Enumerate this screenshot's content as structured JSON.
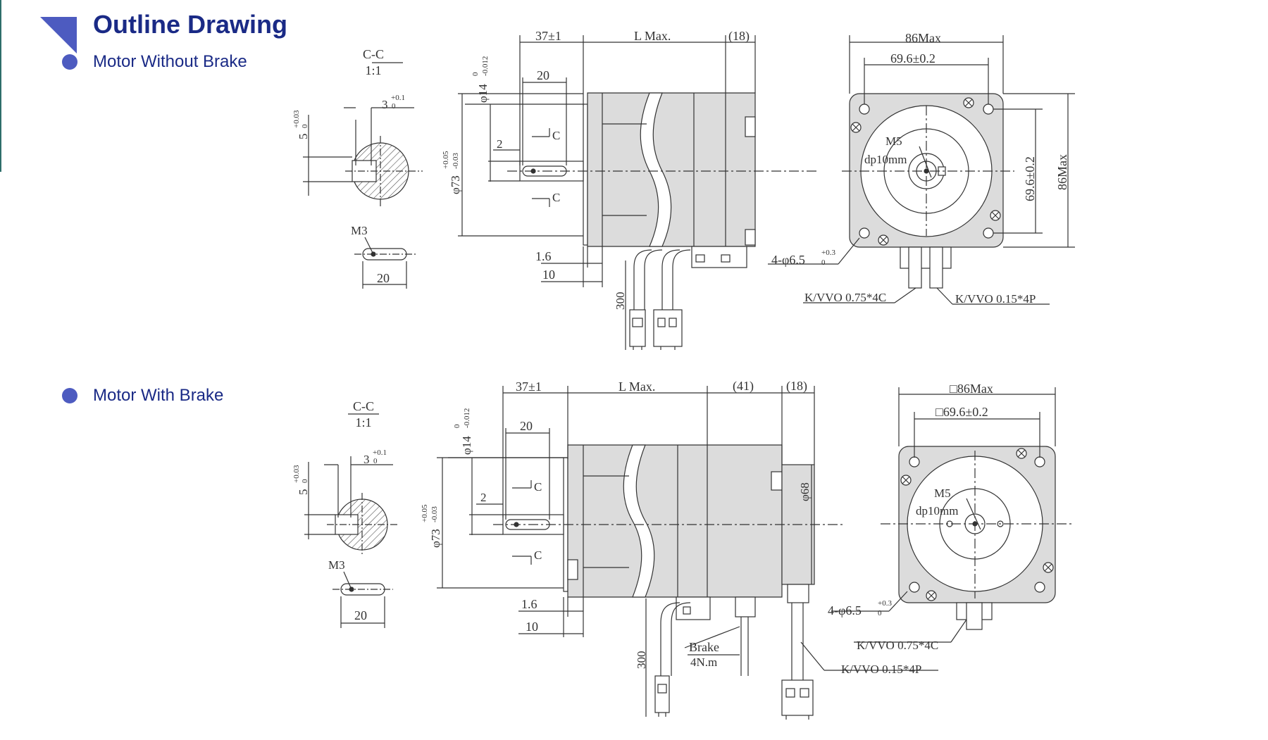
{
  "title": "Outline Drawing",
  "colors": {
    "title": "#1a2a86",
    "accent": "#4d5bc0",
    "line": "#333333",
    "body_fill": "#dcdcdc",
    "hatch": "#555555"
  },
  "sections": [
    {
      "label": "Motor Without Brake",
      "section_view": {
        "label": "C-C",
        "scale": "1:1",
        "key_width_main": "3",
        "key_width_tol": "+0.1",
        "key_width_tol2": "0",
        "key_depth_main": "5",
        "key_depth_tol": "+0.03",
        "key_depth_tol2": "0",
        "thread": "M3",
        "key_length": "20"
      },
      "side_view": {
        "shaft_length": "37±1",
        "body_length": "L Max.",
        "rear_length": "(18)",
        "key_length": "20",
        "shaft_dia_main": "φ14",
        "shaft_dia_tol_upper": "0",
        "shaft_dia_tol_lower": "-0.012",
        "pilot_dia_main": "φ73",
        "pilot_dia_tol_upper": "+0.05",
        "pilot_dia_tol_lower": "-0.03",
        "key_offset": "2",
        "section_mark": "C",
        "flange_thickness": "1.6",
        "pilot_length": "10",
        "cable_length": "300"
      },
      "front_view": {
        "frame_size": "86Max",
        "frame_size_vertical": "86Max",
        "bolt_spacing": "69.6±0.2",
        "bolt_spacing_vertical": "69.6±0.2",
        "tapped_hole": "M5",
        "tapped_depth": "dp10mm",
        "mount_holes_main": "4-φ6.5",
        "mount_holes_tol_upper": "+0.3",
        "mount_holes_tol_lower": "0",
        "power_cable": "K/VVO 0.75*4C",
        "encoder_cable": "K/VVO 0.15*4P"
      }
    },
    {
      "label": "Motor With Brake",
      "section_view": {
        "label": "C-C",
        "scale": "1:1",
        "key_width_main": "3",
        "key_width_tol": "+0.1",
        "key_width_tol2": "0",
        "key_depth_main": "5",
        "key_depth_tol": "+0.03",
        "key_depth_tol2": "0",
        "thread": "M3",
        "key_length": "20"
      },
      "side_view": {
        "shaft_length": "37±1",
        "body_length": "L Max.",
        "brake_length": "(41)",
        "rear_length": "(18)",
        "key_length": "20",
        "shaft_dia_main": "φ14",
        "shaft_dia_tol_upper": "0",
        "shaft_dia_tol_lower": "-0.012",
        "pilot_dia_main": "φ73",
        "pilot_dia_tol_upper": "+0.05",
        "pilot_dia_tol_lower": "-0.03",
        "rear_dia": "φ68",
        "key_offset": "2",
        "section_mark": "C",
        "flange_thickness": "1.6",
        "pilot_length": "10",
        "cable_length": "300",
        "brake_label": "Brake",
        "brake_torque": "4N.m"
      },
      "front_view": {
        "frame_size": "□86Max",
        "bolt_spacing": "□69.6±0.2",
        "tapped_hole": "M5",
        "tapped_depth": "dp10mm",
        "mount_holes_main": "4-φ6.5",
        "mount_holes_tol_upper": "+0.3",
        "mount_holes_tol_lower": "0",
        "power_cable": "K/VVO 0.75*4C",
        "encoder_cable": "K/VVO 0.15*4P"
      }
    }
  ]
}
